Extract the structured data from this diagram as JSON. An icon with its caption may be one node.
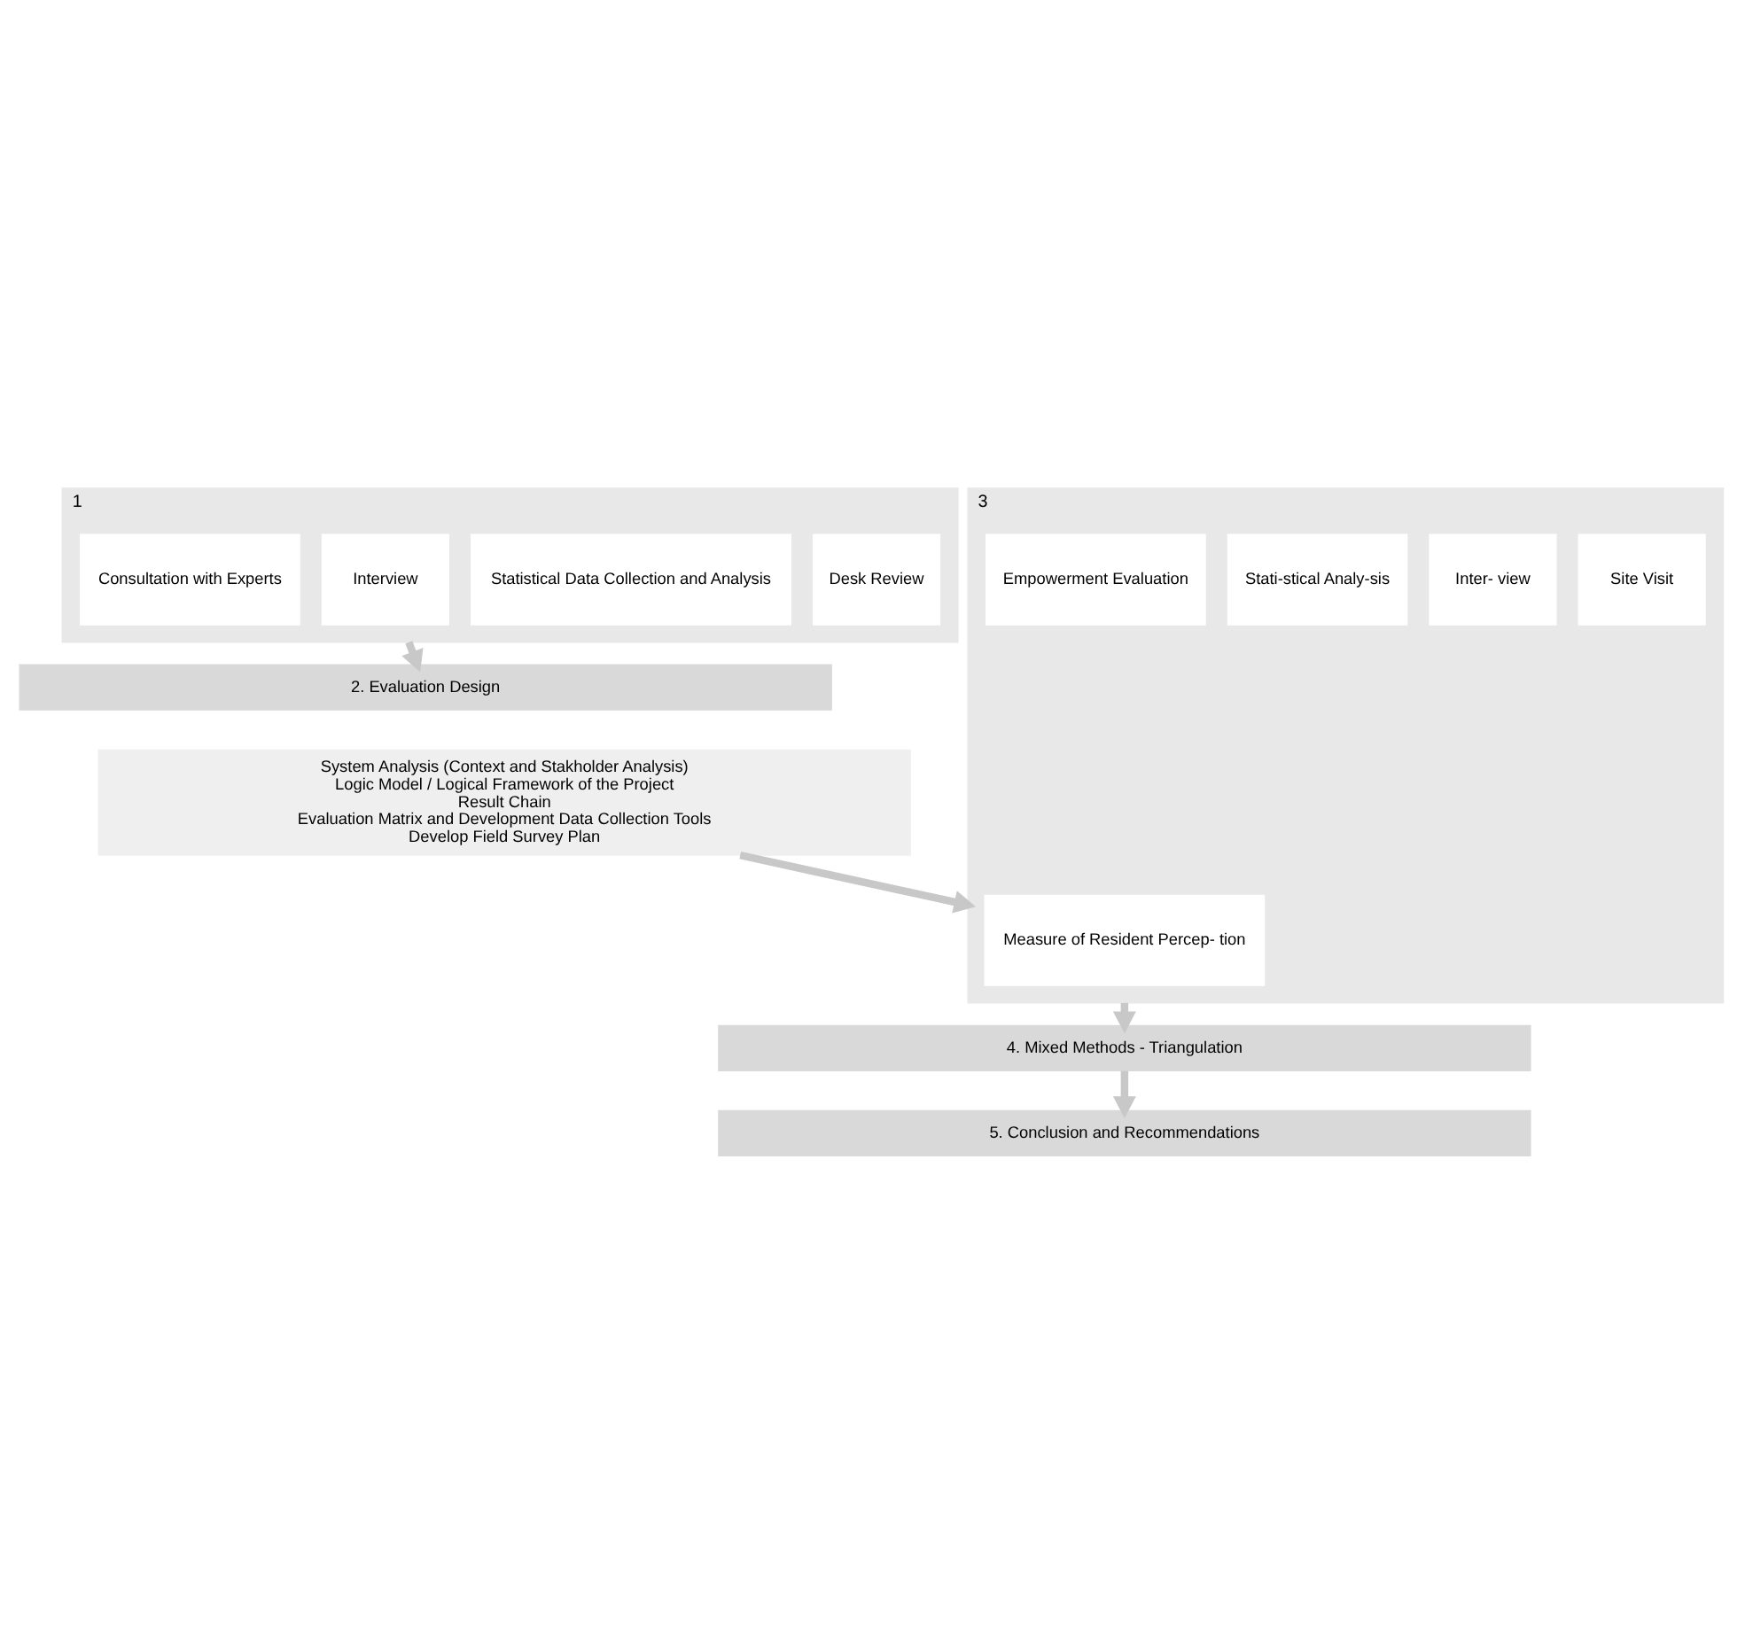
{
  "diagram": {
    "nodes": [
      {
        "text": [
          "1"
        ]
      },
      {
        "text": [
          "Desk Review"
        ],
        "in": 0
      },
      {
        "text": [
          "Statistical Data Collection and Analysis"
        ],
        "in": 0
      },
      {
        "text": [
          "Interview"
        ],
        "in": 0
      },
      {
        "text": [
          "Consultation with Experts"
        ],
        "in": 0
      },
      {
        "text": [
          "2. Evaluation Design"
        ]
      },
      {
        "text": [
          "System Analysis (Context and Stakholder Analysis)",
          "Logic Model / Logical Framework of the Project",
          "Result Chain",
          "Evaluation Matrix and Development Data Collection Tools",
          "Develop Field Survey Plan"
        ]
      },
      {
        "text": [
          "3"
        ]
      },
      {
        "text": [
          "Site Visit"
        ],
        "in": 7
      },
      {
        "text": [
          "Inter- view"
        ],
        "in": 7
      },
      {
        "text": [
          "Measure of Resident Percep- tion"
        ],
        "in": 7
      },
      {
        "text": [
          "Stati-stical Analy-sis"
        ],
        "in": 7
      },
      {
        "text": [
          "Empowerment Evaluation"
        ],
        "in": 7
      },
      {
        "text": [
          "4. Mixed Methods - Triangulation"
        ]
      },
      {
        "text": [
          "5. Conclusion and Recommendations"
        ]
      }
    ],
    "edges": [
      {
        "from": 0,
        "to": 5,
        "arrow": "to"
      },
      {
        "from": 6,
        "to": 7,
        "arrow": "to"
      },
      {
        "from": 7,
        "to": 13,
        "arrow": "to"
      },
      {
        "from": 13,
        "to": 14,
        "arrow": "to"
      }
    ]
  }
}
